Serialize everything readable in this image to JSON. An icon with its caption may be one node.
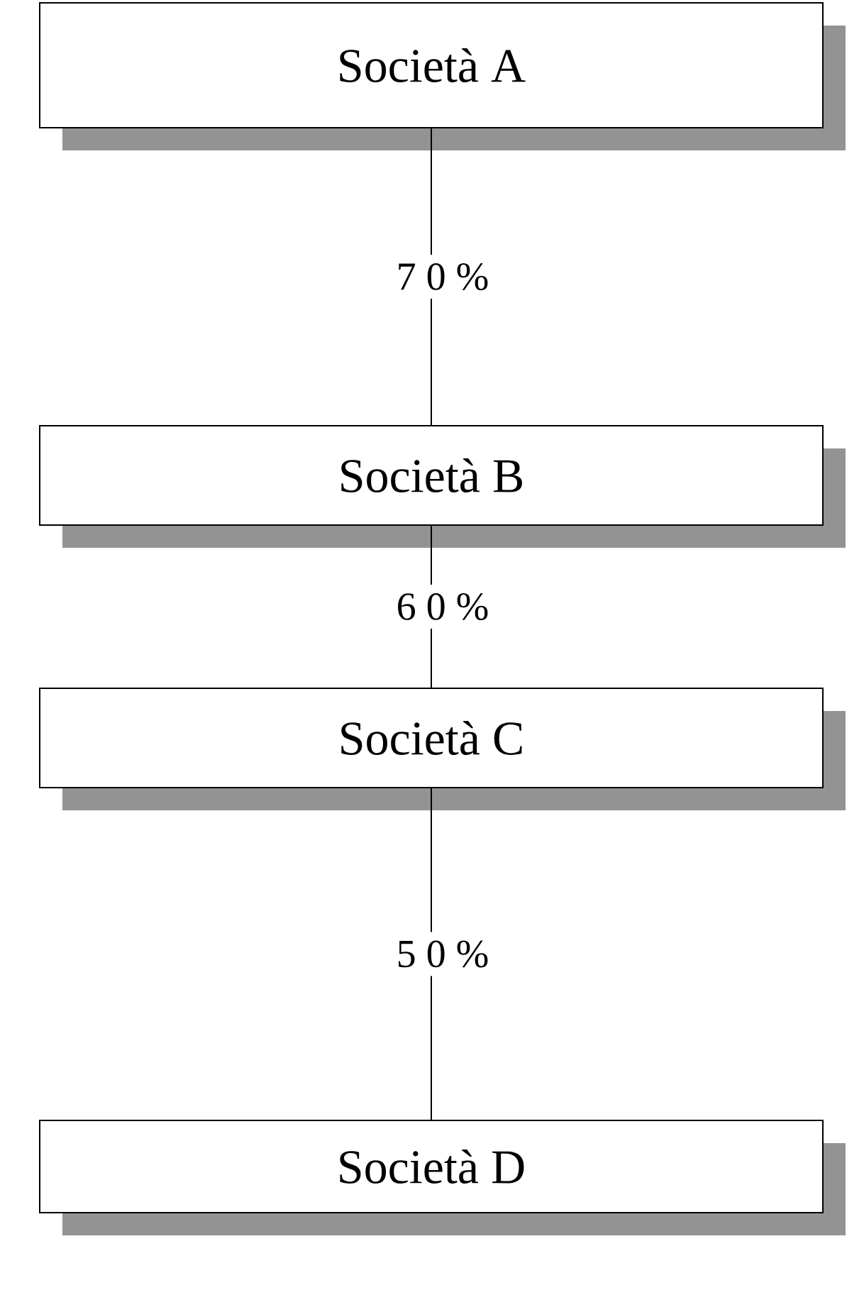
{
  "diagram": {
    "nodes": [
      {
        "text": [
          "Società A"
        ]
      },
      {
        "text": [
          "Società B"
        ]
      },
      {
        "text": [
          "Società C"
        ]
      },
      {
        "text": [
          "Società D"
        ]
      }
    ],
    "edges": [
      {
        "from": 0,
        "to": 1,
        "arrow": "none",
        "label": "7 0 %"
      },
      {
        "from": 1,
        "to": 2,
        "arrow": "none",
        "label": "6 0 %"
      },
      {
        "from": 2,
        "to": 3,
        "arrow": "none",
        "label": "5 0 %"
      }
    ]
  }
}
